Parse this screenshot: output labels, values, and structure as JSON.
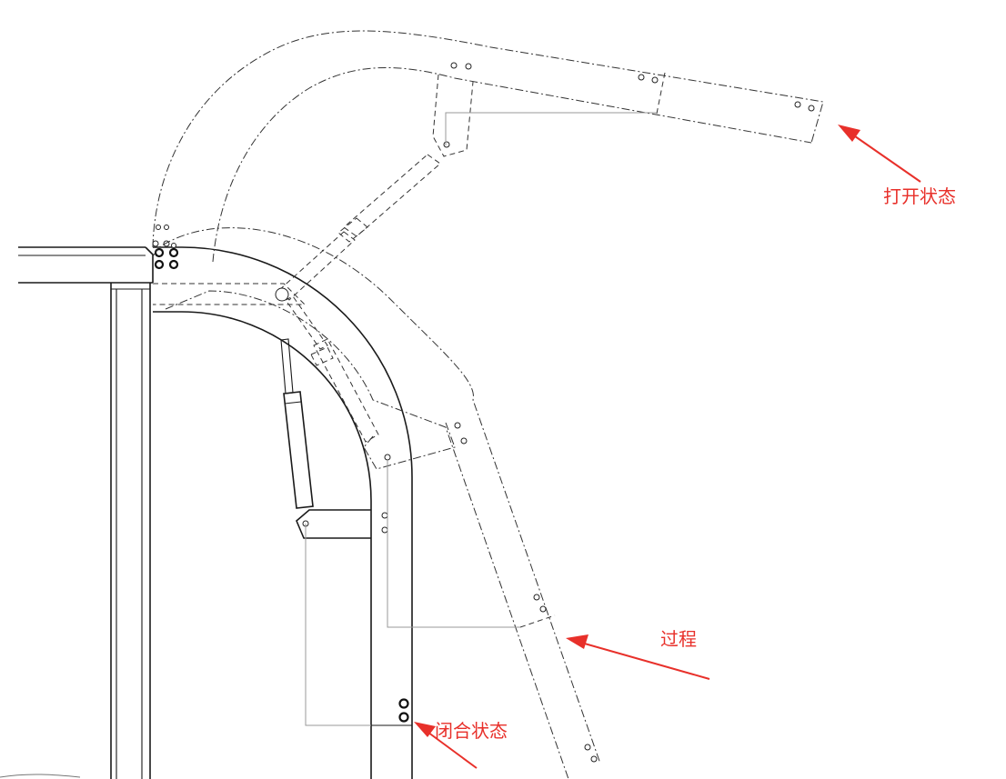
{
  "annotations": {
    "open_state": "打开状态",
    "process": "过程",
    "closed_state": "闭合状态"
  },
  "colors": {
    "annotation": "#e8302a",
    "line": "#1a1a1a",
    "guide": "#9a9a9a",
    "background": "#ffffff"
  }
}
